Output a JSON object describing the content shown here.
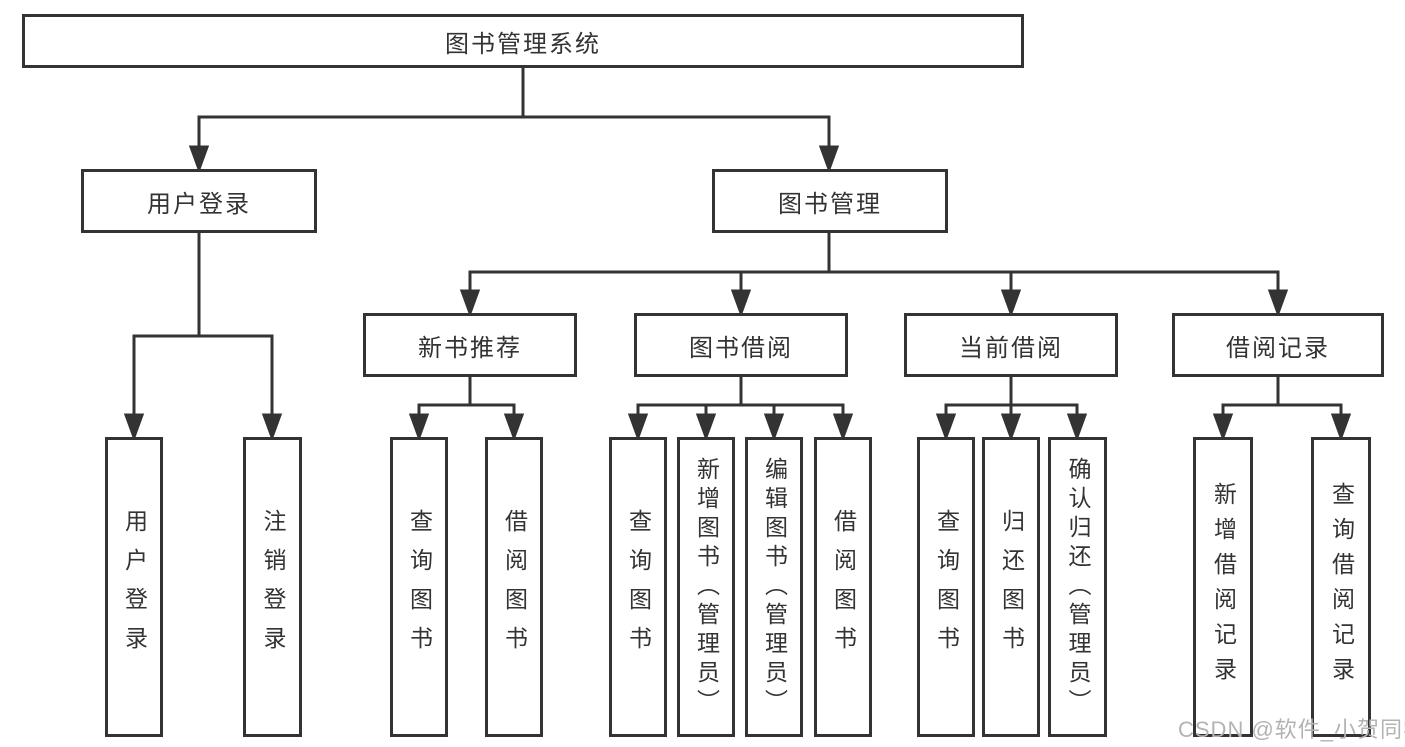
{
  "diagram": {
    "root": {
      "label": "图书管理系统"
    },
    "level1": [
      {
        "label": "用户登录"
      },
      {
        "label": "图书管理"
      }
    ],
    "level2": [
      {
        "label": "新书推荐"
      },
      {
        "label": "图书借阅"
      },
      {
        "label": "当前借阅"
      },
      {
        "label": "借阅记录"
      }
    ],
    "leaves": {
      "user_login": [
        {
          "label": "用户登录"
        },
        {
          "label": "注销登录"
        }
      ],
      "new_book": [
        {
          "label": "查询图书"
        },
        {
          "label": "借阅图书"
        }
      ],
      "book_borrow": [
        {
          "label": "查询图书"
        },
        {
          "label": "新增图书（管理员）"
        },
        {
          "label": "编辑图书（管理员）"
        },
        {
          "label": "借阅图书"
        }
      ],
      "current_borrow": [
        {
          "label": "查询图书"
        },
        {
          "label": "归还图书"
        },
        {
          "label": "确认归还（管理员）"
        }
      ],
      "borrow_record": [
        {
          "label": "新增借阅记录"
        },
        {
          "label": "查询借阅记录"
        }
      ]
    }
  },
  "watermark": {
    "text": "CSDN @软件_小贺同学"
  },
  "colors": {
    "line": "#333333",
    "text": "#333333",
    "watermark": "#b3b3b3",
    "background": "#ffffff"
  }
}
